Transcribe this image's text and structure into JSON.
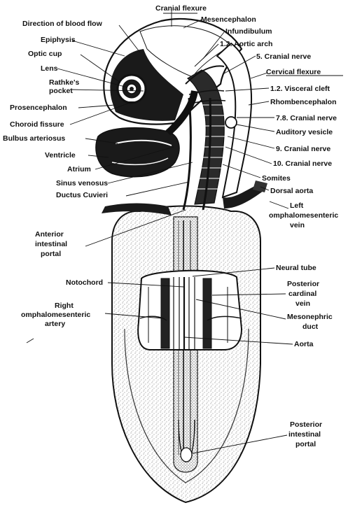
{
  "colors": {
    "ink": "#111111",
    "dark_fill": "#1a1a1a",
    "stipple": "#6a6a6a",
    "paper": "#ffffff"
  },
  "labels": {
    "cranial_flexure": "Cranial flexure",
    "direction_blood_flow": "Direction of blood flow",
    "mesencephalon": "Mesencephalon",
    "infundibulum": "Infundibulum",
    "epiphysis": "Epiphysis",
    "aortic_arch": "1.2. Aortic arch",
    "optic_cup": "Optic cup",
    "cranial_nerve_5": "5. Cranial nerve",
    "lens": "Lens",
    "cervical_flexure": "Cervical flexure",
    "rathkes_pocket_1": "Rathke's",
    "rathkes_pocket_2": "pocket",
    "visceral_cleft": "1.2. Visceral cleft",
    "prosencephalon": "Prosencephalon",
    "rhombencephalon": "Rhombencephalon",
    "choroid_fissure": "Choroid fissure",
    "cranial_nerve_78": "7.8. Cranial nerve",
    "bulbus_arteriosus": "Bulbus arteriosus",
    "auditory_vesicle": "Auditory vesicle",
    "cranial_nerve_9": "9. Cranial nerve",
    "ventricle": "Ventricle",
    "cranial_nerve_10": "10. Cranial nerve",
    "atrium": "Atrium",
    "somites": "Somites",
    "sinus_venosus": "Sinus venosus",
    "ductus_cuvieri": "Ductus Cuvieri",
    "dorsal_aorta": "Dorsal aorta",
    "left_omphalo_1": "Left",
    "left_omphalo_2": "omphalomesenteric",
    "left_omphalo_3": "vein",
    "anterior_portal_1": "Anterior",
    "anterior_portal_2": "intestinal",
    "anterior_portal_3": "portal",
    "neural_tube": "Neural tube",
    "notochord": "Notochord",
    "posterior_cardinal_1": "Posterior",
    "posterior_cardinal_2": "cardinal",
    "posterior_cardinal_3": "vein",
    "right_omphalo_1": "Right",
    "right_omphalo_2": "omphalomesenteric",
    "right_omphalo_3": "artery",
    "mesonephric_1": "Mesonephric",
    "mesonephric_2": "duct",
    "aorta": "Aorta",
    "posterior_portal_1": "Posterior",
    "posterior_portal_2": "intestinal",
    "posterior_portal_3": "portal"
  }
}
